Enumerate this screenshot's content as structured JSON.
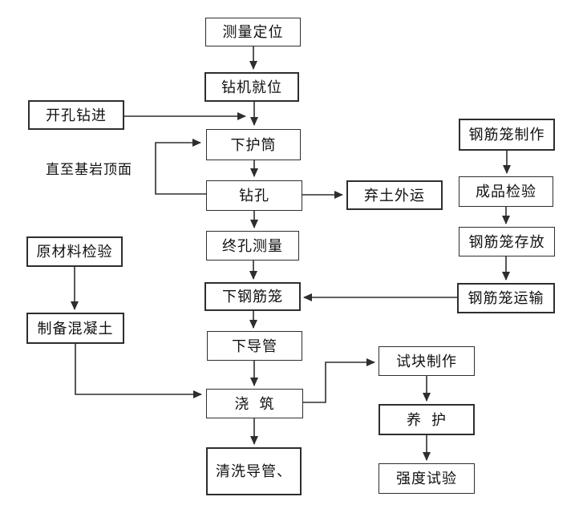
{
  "diagram": {
    "background_color": "#ffffff",
    "line_color": "#2e2e2e",
    "nodes": {
      "survey": "测量定位",
      "rig_in_place": "钻机就位",
      "open_hole_drilling": "开孔钻进",
      "lower_casing": "下护筒",
      "drilling": "钻孔",
      "spoil_removal": "弃土外运",
      "final_hole_survey": "终孔测量",
      "lower_rebar_cage": "下钢筋笼",
      "lower_tremie": "下导管",
      "pouring": "浇  筑",
      "clean_tremie": "清洗导管、",
      "cage_fabrication": "钢筋笼制作",
      "product_inspection": "成品检验",
      "cage_storage": "钢筋笼存放",
      "cage_transport": "钢筋笼运输",
      "test_block_making": "试块制作",
      "curing": "养  护",
      "strength_test": "强度试验",
      "raw_material_inspection": "原材料检验",
      "concrete_preparation": "制备混凝土"
    },
    "free_text": {
      "until_bedrock": "直至基岩顶面"
    }
  }
}
